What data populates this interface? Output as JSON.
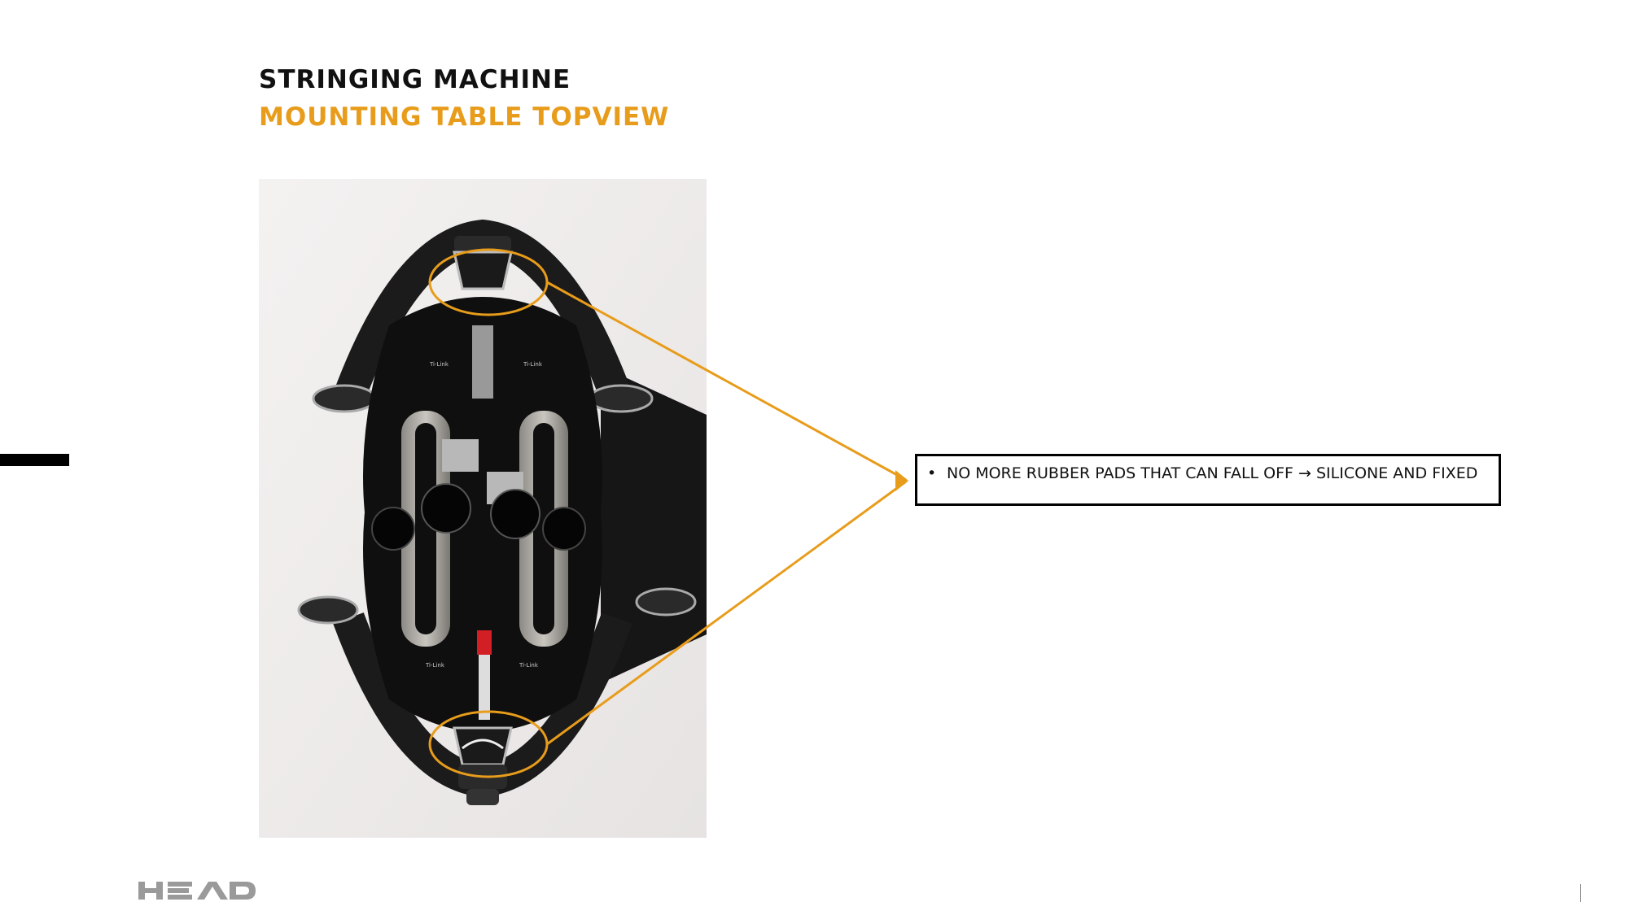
{
  "slide": {
    "title": "STRINGING MACHINE",
    "subtitle": "MOUNTING TABLE TOPVIEW",
    "accent_color": "#E89C1B",
    "callout": {
      "bullet": "•",
      "text": "NO MORE RUBBER PADS THAT CAN FALL OFF → SILICONE AND FIXED"
    },
    "photo": {
      "icon": "stringing-machine-photo",
      "labels": [
        "Ti-Link",
        "Ti-Link",
        "Ti-Link",
        "Ti-Link"
      ]
    },
    "footer": {
      "logo": "HEAD"
    }
  }
}
